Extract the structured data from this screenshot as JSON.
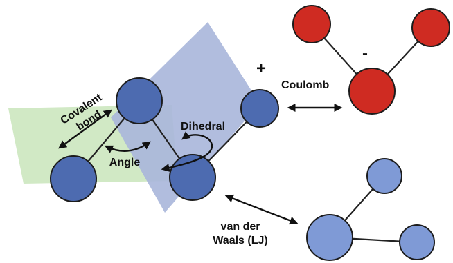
{
  "labels": {
    "covalent_bond": "Covalent\nbond",
    "angle": "Angle",
    "dihedral": "Dihedral",
    "coulomb": "Coulomb",
    "plus_charge": "+",
    "minus_charge": "-",
    "van_der_waals": "van der\nWaals (LJ)"
  },
  "colors": {
    "plane_green": "#cfe8c2",
    "plane_blue": "#a9b6da",
    "atom_dark_blue": "#4d6bb0",
    "atom_red": "#cf2b22",
    "atom_light_blue": "#7f9ad6",
    "bond": "#222222",
    "arrow": "#111111"
  }
}
